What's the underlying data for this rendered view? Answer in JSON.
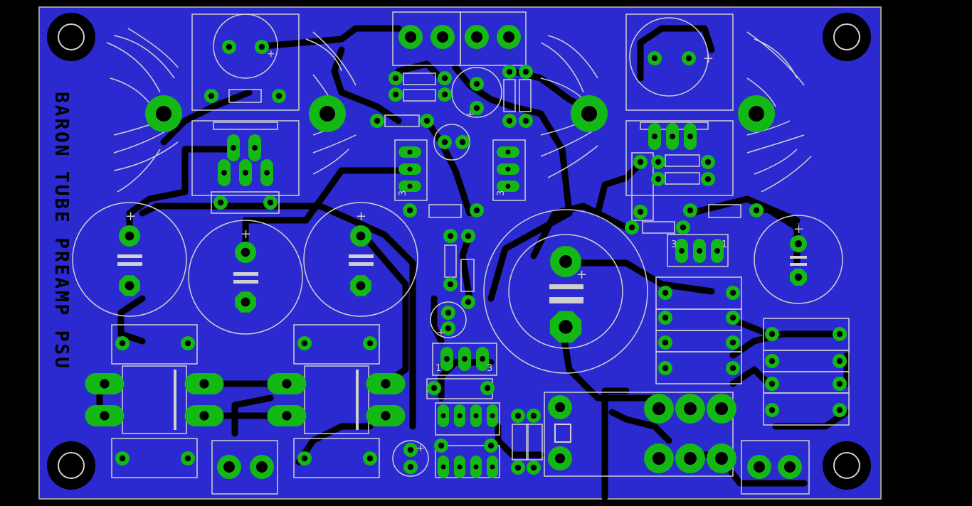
{
  "board": {
    "label": "BARON TUBE PREAMP PSU",
    "colors": {
      "background": "#000000",
      "copper": "#2a2ad0",
      "trace": "#000000",
      "pad": "#14b814",
      "silk": "#d0d0d0"
    }
  },
  "labels": {
    "pin1": "1",
    "pin3": "3",
    "plus": "+"
  }
}
